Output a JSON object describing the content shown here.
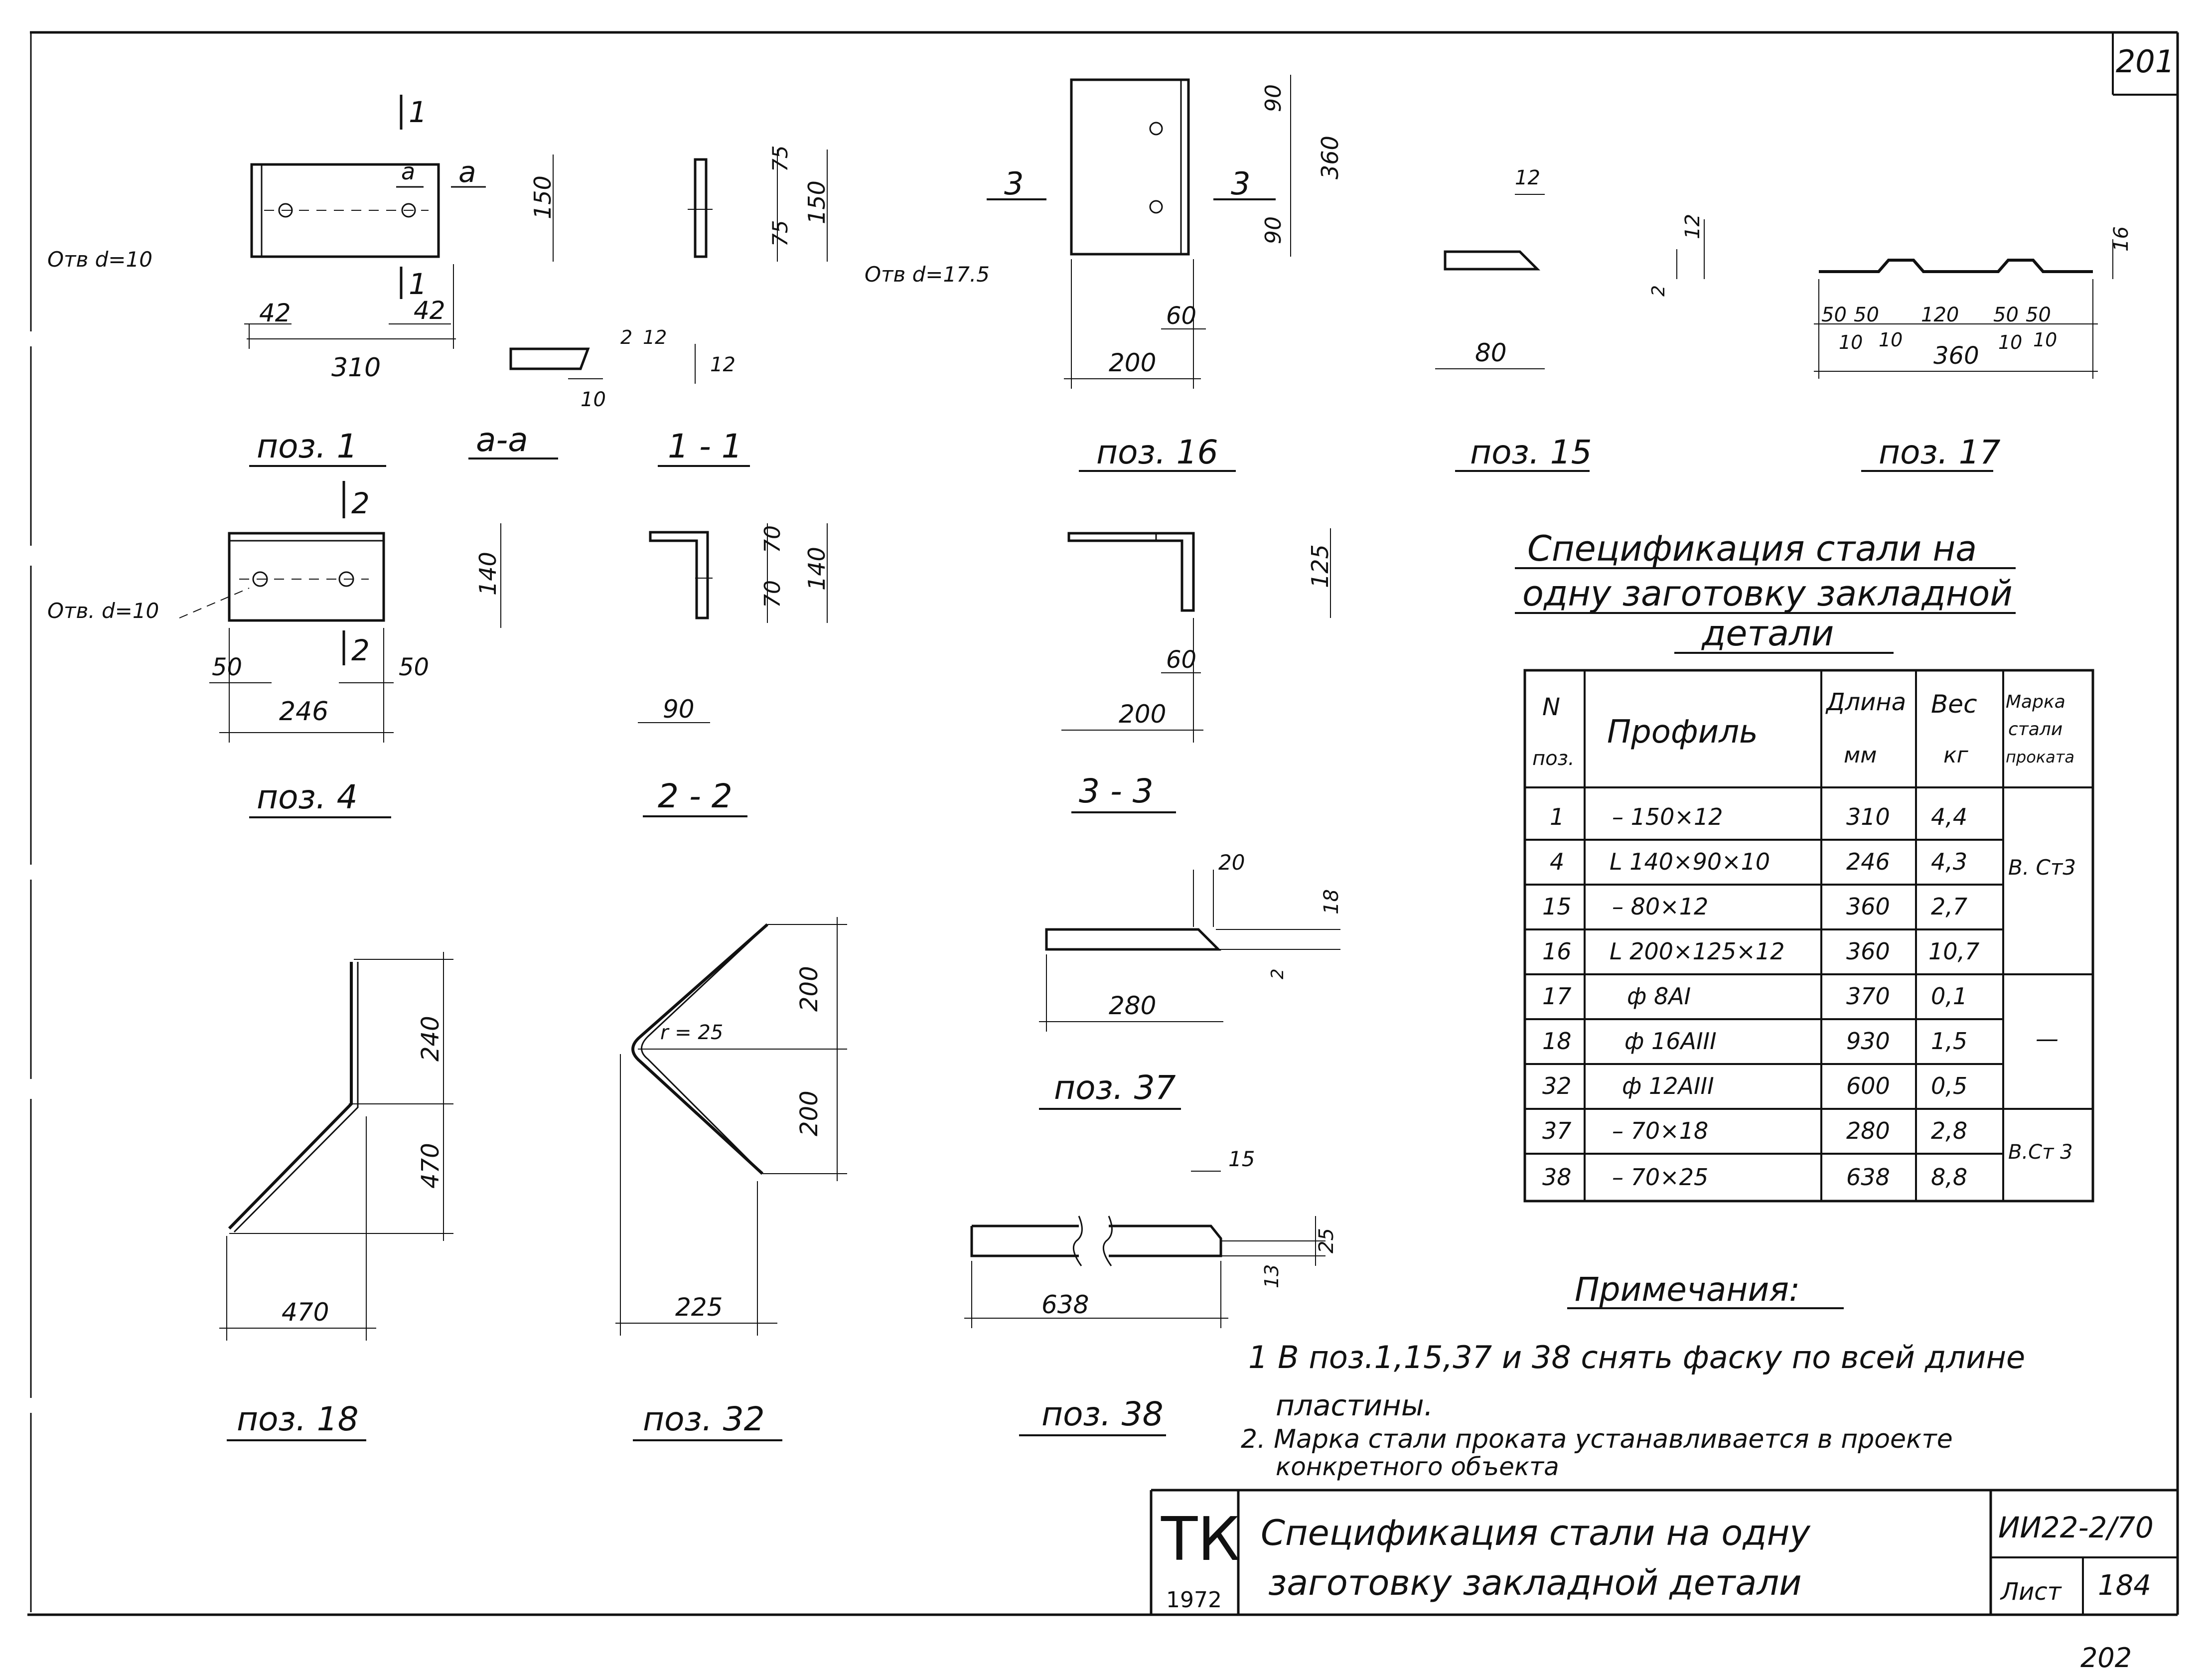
{
  "sheet_number": "201",
  "lower_number": "202",
  "drawings": {
    "poz1": {
      "title": "поз. 1",
      "hole_note": "Отв d=10",
      "cut_mark": "1",
      "section_mark": "a",
      "dims": {
        "width": "310",
        "height": "150",
        "edge_left": "42",
        "edge_right": "42"
      }
    },
    "section_aa": {
      "title": "a-a",
      "dims": {
        "d2": "2",
        "d12a": "12",
        "d12b": "12",
        "d10": "10"
      }
    },
    "section_11": {
      "title": "1 - 1",
      "dims": {
        "d75a": "75",
        "d75b": "75",
        "d150": "150"
      }
    },
    "poz16": {
      "title": "поз. 16",
      "hole_note": "Отв d=17.5",
      "cut_mark": "3",
      "dims": {
        "width": "200",
        "height": "360",
        "d90a": "90",
        "d90b": "90",
        "d60": "60"
      }
    },
    "poz15": {
      "title": "поз. 15",
      "dims": {
        "length": "80",
        "d12a": "12",
        "d12b": "12",
        "d2": "2"
      }
    },
    "poz17": {
      "title": "поз. 17",
      "dims": {
        "d50a": "50",
        "d50b": "50",
        "d120": "120",
        "d50c": "50",
        "d50d": "50",
        "d10a": "10",
        "d10b": "10",
        "d10c": "10",
        "d10d": "10",
        "total": "360",
        "height": "16"
      }
    },
    "poz4": {
      "title": "поз. 4",
      "hole_note": "Отв. d=10",
      "cut_mark": "2",
      "dims": {
        "width": "246",
        "height": "140",
        "edge_left": "50",
        "edge_right": "50"
      }
    },
    "section_22": {
      "title": "2 - 2",
      "dims": {
        "d70a": "70",
        "d70b": "70",
        "d140": "140",
        "d90": "90"
      }
    },
    "section_33": {
      "title": "3 - 3",
      "dims": {
        "d125": "125",
        "d60": "60",
        "d200": "200"
      }
    },
    "poz37": {
      "title": "поз. 37",
      "dims": {
        "length": "280",
        "d20": "20",
        "d18": "18",
        "d2": "2"
      }
    },
    "poz18": {
      "title": "поз. 18",
      "dims": {
        "d240": "240",
        "d470v": "470",
        "d470h": "470"
      }
    },
    "poz32": {
      "title": "поз. 32",
      "dims": {
        "radius": "r = 25",
        "d200a": "200",
        "d200b": "200",
        "d225": "225"
      }
    },
    "poz38": {
      "title": "поз. 38",
      "dims": {
        "length": "638",
        "d15": "15",
        "d25": "25",
        "d13": "13"
      }
    }
  },
  "spec": {
    "title_lines": [
      "Спецификация стали на",
      "одну заготовку закладной",
      "детали"
    ],
    "headers": {
      "num": [
        "N",
        "поз."
      ],
      "profile": "Профиль",
      "length": [
        "Длина",
        "мм"
      ],
      "weight": [
        "Вес",
        "кг"
      ],
      "grade": [
        "Марка",
        "стали",
        "проката"
      ]
    },
    "rows": [
      {
        "pos": "1",
        "profile": "– 150×12",
        "length": "310",
        "weight": "4,4"
      },
      {
        "pos": "4",
        "profile": "L 140×90×10",
        "length": "246",
        "weight": "4,3"
      },
      {
        "pos": "15",
        "profile": "– 80×12",
        "length": "360",
        "weight": "2,7"
      },
      {
        "pos": "16",
        "profile": "L 200×125×12",
        "length": "360",
        "weight": "10,7"
      },
      {
        "pos": "17",
        "profile": "ф 8AI",
        "length": "370",
        "weight": "0,1"
      },
      {
        "pos": "18",
        "profile": "ф 16AIII",
        "length": "930",
        "weight": "1,5"
      },
      {
        "pos": "32",
        "profile": "ф 12AIII",
        "length": "600",
        "weight": "0,5"
      },
      {
        "pos": "37",
        "profile": "– 70×18",
        "length": "280",
        "weight": "2,8"
      },
      {
        "pos": "38",
        "profile": "– 70×25",
        "length": "638",
        "weight": "8,8"
      }
    ],
    "grades": {
      "group1": "В. Ст3",
      "group2": "—",
      "group3": "В.Ст 3"
    }
  },
  "notes": {
    "title": "Примечания:",
    "items": [
      "1 В поз.1,15,37 и 38 снять фаску по всей длине",
      "пластины.",
      "2. Марка стали проката устанавливается в проекте",
      "конкретного объекта"
    ]
  },
  "title_block": {
    "org": "ТК",
    "year": "1972",
    "title_lines": [
      "Спецификация стали на одну",
      "заготовку закладной детали"
    ],
    "code": "ИИ22-2/70",
    "sheet_label": "Лист",
    "sheet_no": "184"
  }
}
